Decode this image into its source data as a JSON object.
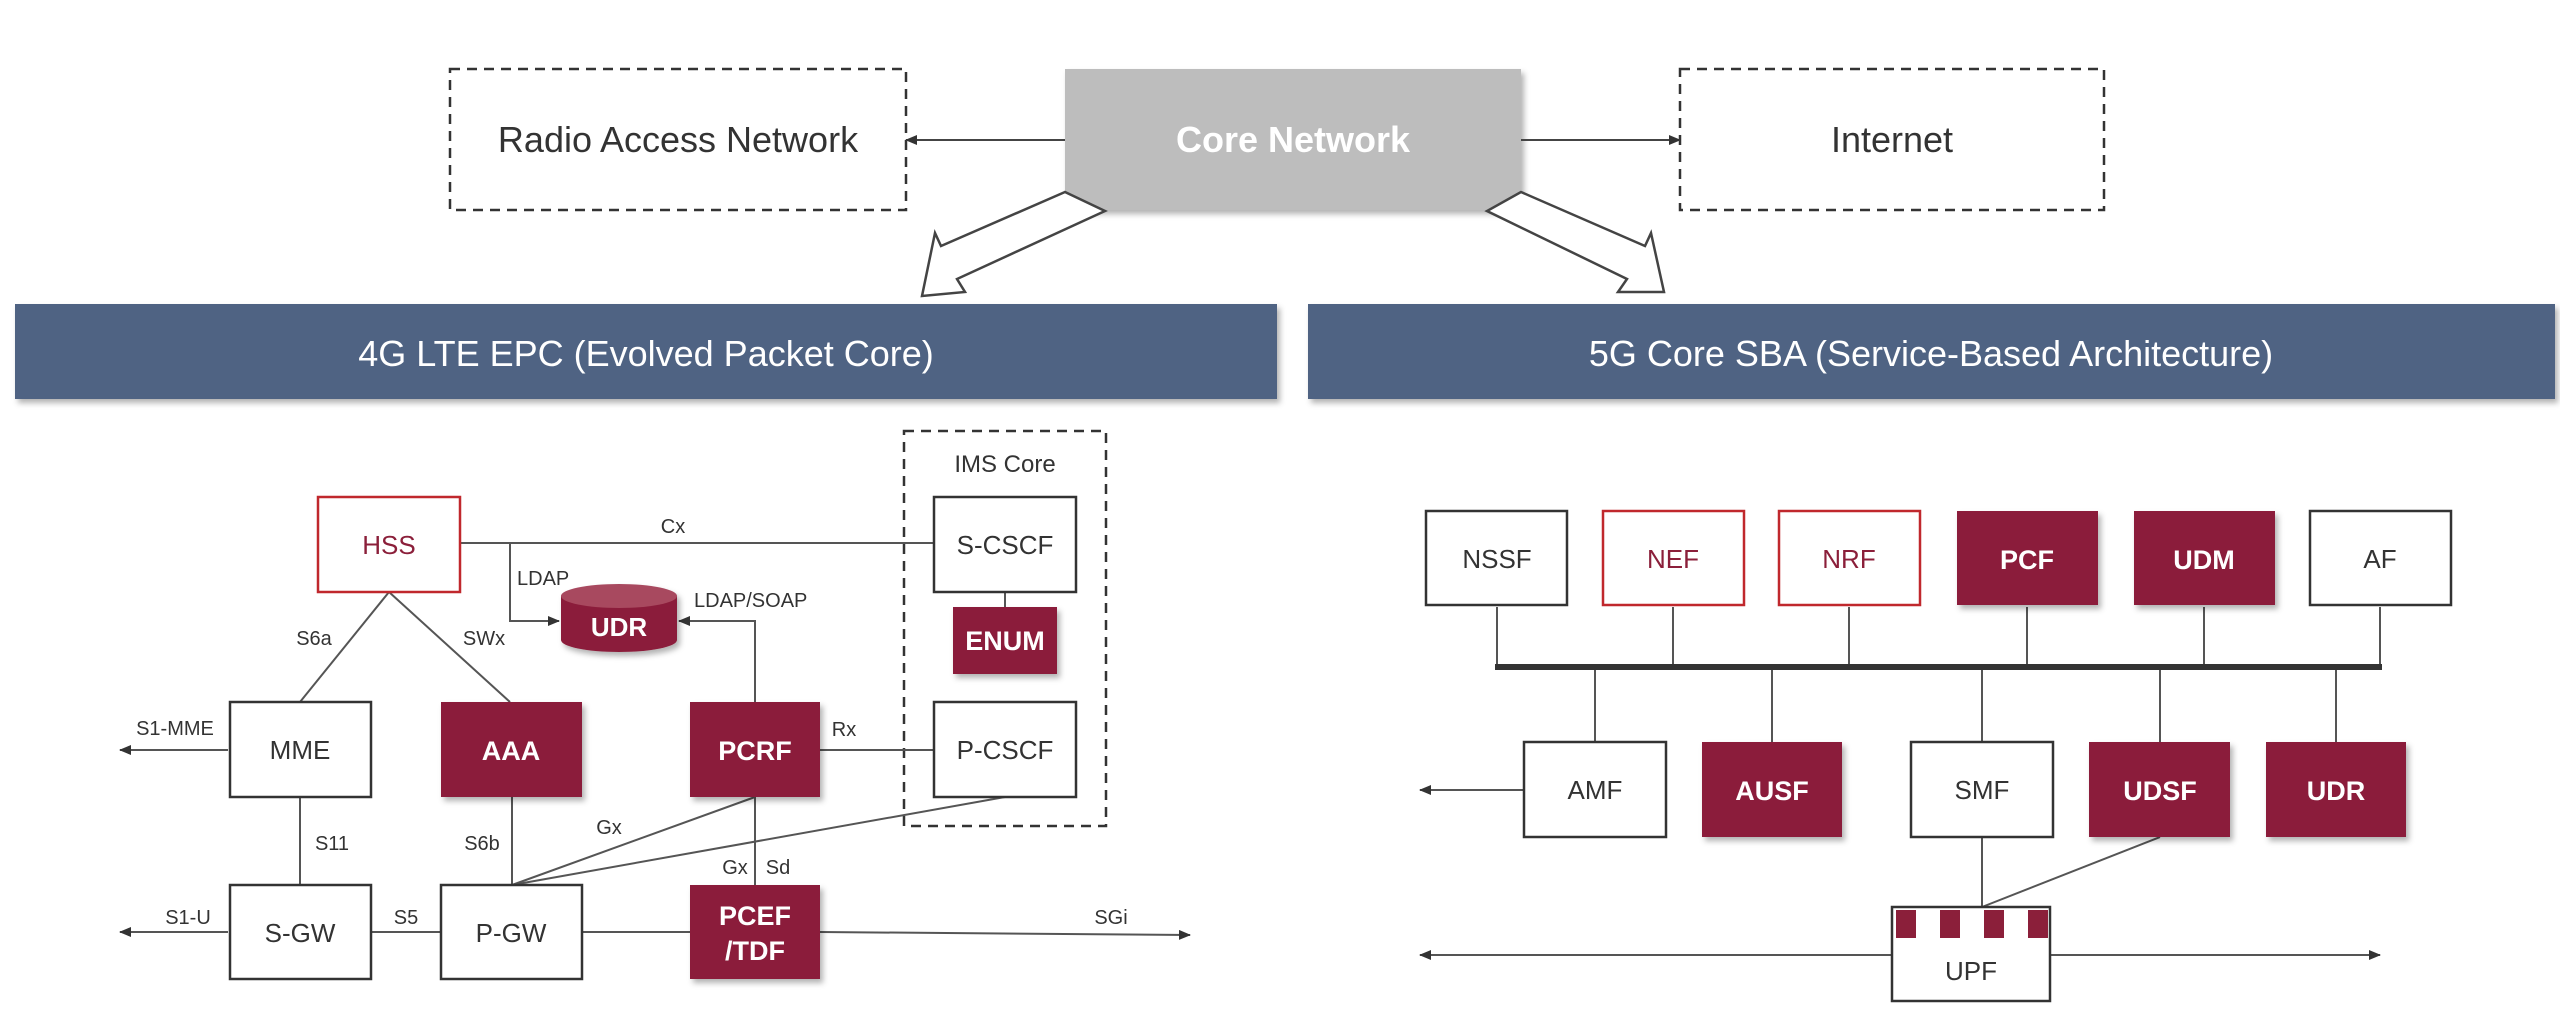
{
  "top": {
    "core_network": "Core Network",
    "radio_access_network": "Radio Access Network",
    "internet": "Internet"
  },
  "headers": {
    "lte": "4G LTE EPC (Evolved Packet Core)",
    "sba": "5G Core SBA (Service-Based Architecture)"
  },
  "lte": {
    "ims_label": "IMS Core",
    "nodes": {
      "hss": "HSS",
      "udr": "UDR",
      "mme": "MME",
      "aaa": "AAA",
      "pcrf": "PCRF",
      "sgw": "S-GW",
      "pgw": "P-GW",
      "pcef_line1": "PCEF",
      "pcef_line2": "/TDF",
      "scscf": "S-CSCF",
      "enum": "ENUM",
      "pcscf": "P-CSCF"
    },
    "interfaces": {
      "cx": "Cx",
      "ldap": "LDAP",
      "ldap_soap": "LDAP/SOAP",
      "s6a": "S6a",
      "swx": "SWx",
      "s1_mme": "S1-MME",
      "rx": "Rx",
      "s11": "S11",
      "s6b": "S6b",
      "gx_left": "Gx",
      "gx": "Gx",
      "sd": "Sd",
      "s1_u": "S1-U",
      "s5": "S5",
      "sgi": "SGi"
    }
  },
  "sba": {
    "nodes": {
      "nssf": "NSSF",
      "nef": "NEF",
      "nrf": "NRF",
      "pcf": "PCF",
      "udm": "UDM",
      "af": "AF",
      "amf": "AMF",
      "ausf": "AUSF",
      "smf": "SMF",
      "udsf": "UDSF",
      "udr": "UDR",
      "upf": "UPF"
    }
  },
  "colors": {
    "maroon": "#8b1f3a",
    "red_outline": "#c0282d",
    "header_blue": "#4f6483",
    "core_gray": "#bdbdbd",
    "line": "#444444"
  }
}
